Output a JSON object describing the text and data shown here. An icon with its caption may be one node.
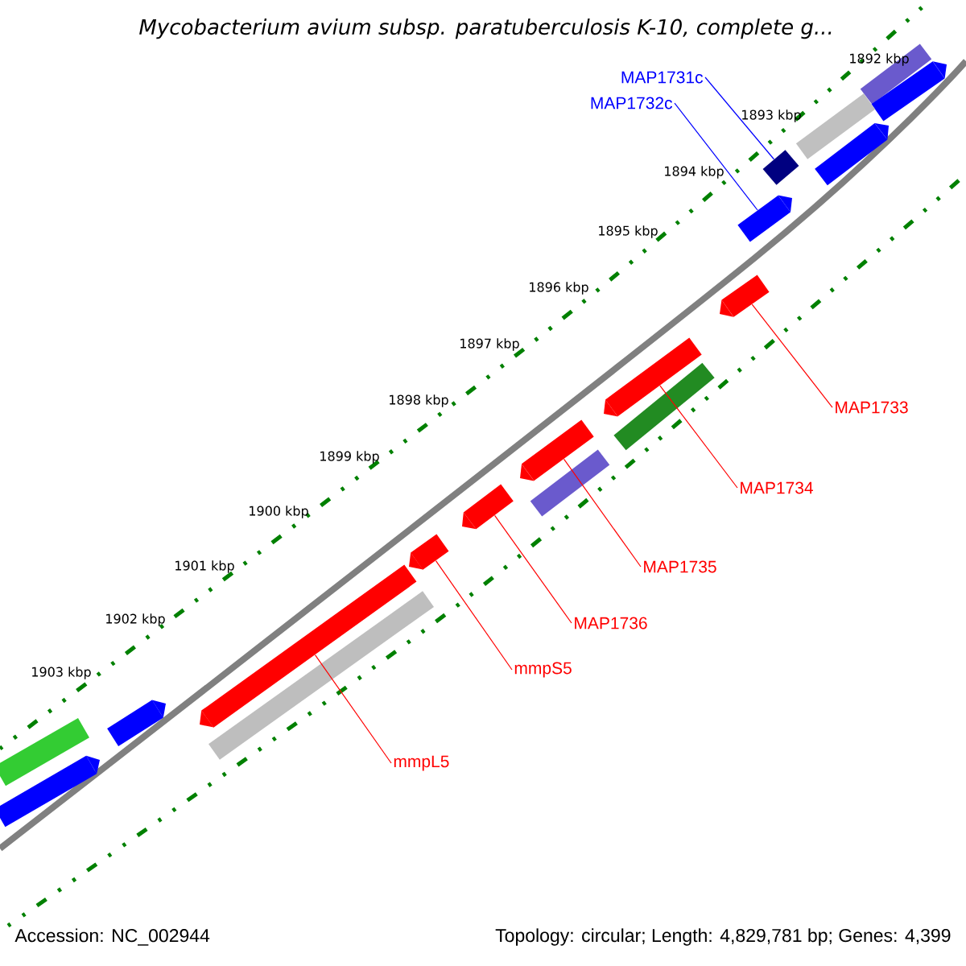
{
  "diagram": {
    "title": "Mycobacterium avium subsp. paratuberculosis K-10, complete g...",
    "nodes": [
      {
        "text": [
          "MAP1731c"
        ]
      },
      {
        "text": [
          "MAP1732c"
        ]
      },
      {
        "text": [
          "MAP1733"
        ]
      },
      {
        "text": [
          "MAP1734"
        ]
      },
      {
        "text": [
          "MAP1735"
        ]
      },
      {
        "text": [
          "MAP1736"
        ]
      },
      {
        "text": [
          "mmpS5"
        ]
      },
      {
        "text": [
          "mmpL5"
        ]
      },
      {
        "text": [],
        "shape": "bar"
      },
      {
        "text": [],
        "shape": "bar"
      },
      {
        "text": [],
        "shape": "bar"
      },
      {
        "text": [],
        "shape": "bar"
      },
      {
        "text": [],
        "shape": "bar"
      },
      {
        "text": [],
        "shape": "bar"
      },
      {
        "text": [],
        "shape": "bar"
      },
      {
        "text": [],
        "shape": "bar"
      },
      {
        "text": [],
        "shape": "bar"
      },
      {
        "text": [],
        "shape": "bar"
      },
      {
        "text": [],
        "shape": "bar"
      },
      {
        "text": [],
        "shape": "bar"
      },
      {
        "text": [],
        "shape": "bar"
      },
      {
        "text": [],
        "shape": "bar"
      },
      {
        "text": [],
        "shape": "bar"
      },
      {
        "text": [],
        "shape": "bar"
      },
      {
        "text": [],
        "shape": "bar"
      },
      {
        "text": [],
        "shape": "bar"
      }
    ],
    "edges": [
      {
        "from": 0,
        "to": 12,
        "arrow": "none",
        "color": "#0000ff"
      },
      {
        "from": 1,
        "to": 13,
        "arrow": "none",
        "color": "#0000ff"
      },
      {
        "from": 2,
        "to": 14,
        "arrow": "none"
      },
      {
        "from": 3,
        "to": 15,
        "arrow": "none"
      },
      {
        "from": 4,
        "to": 17,
        "arrow": "none"
      },
      {
        "from": 5,
        "to": 19,
        "arrow": "none"
      },
      {
        "from": 6,
        "to": 20,
        "arrow": "none"
      },
      {
        "from": 7,
        "to": 21,
        "arrow": "none"
      }
    ],
    "labels": [
      "1892 kbp",
      "1893 kbp",
      "1894 kbp",
      "1895 kbp",
      "1896 kbp",
      "1897 kbp",
      "1898 kbp",
      "1899 kbp",
      "1900 kbp",
      "1901 kbp",
      "1902 kbp",
      "1903 kbp",
      "Accession: NC_002944",
      "Topology: circular; Length: 4,829,781 bp; Genes: 4,399"
    ]
  }
}
